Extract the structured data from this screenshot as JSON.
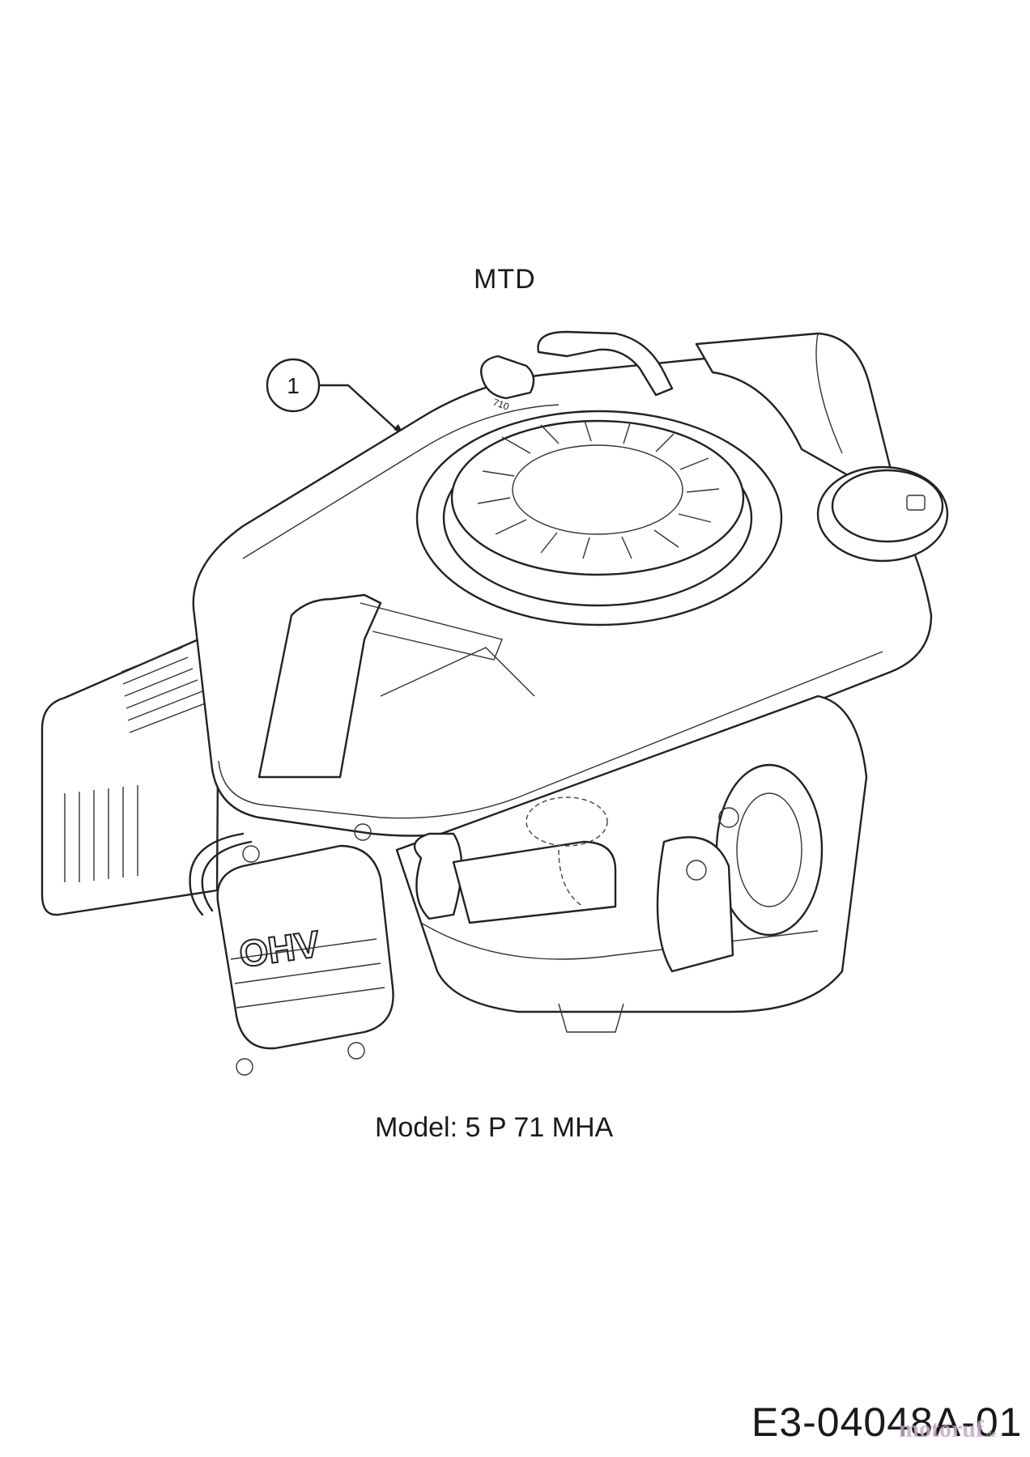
{
  "diagram": {
    "brand_label": "MTD",
    "callouts": [
      {
        "number": "1"
      }
    ],
    "model_label": "Model: 5 P 71 MHA",
    "drawing_id": "E3-04048A-01",
    "embossed_text": {
      "valve_cover": "OHV",
      "oil_cap": "710"
    },
    "watermark": {
      "text": "motoruf",
      "suffix": ".de"
    }
  }
}
